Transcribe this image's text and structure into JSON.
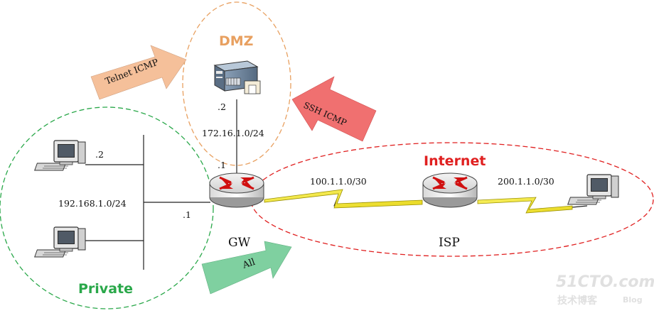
{
  "zones": {
    "dmz": {
      "label": "DMZ",
      "color": "#e8a060"
    },
    "private": {
      "label": "Private",
      "color": "#2aa84a"
    },
    "internet": {
      "label": "Internet",
      "color": "#e02020"
    }
  },
  "devices": {
    "gw": {
      "label": "GW"
    },
    "isp": {
      "label": "ISP"
    }
  },
  "networks": {
    "private_net": "192.168.1.0/24",
    "dmz_net": "172.16.1.0/24",
    "gw_isp_net": "100.1.1.0/30",
    "isp_remote_net": "200.1.1.0/30"
  },
  "host_suffixes": {
    "private_pc": ".2",
    "gw_private": ".1",
    "gw_dmz": ".1",
    "dmz_server": ".2"
  },
  "arrows": {
    "telnet_icmp": {
      "label": "Telnet ICMP",
      "color": "#f5c09a"
    },
    "ssh_icmp": {
      "label": "SSH ICMP",
      "color": "#f07070"
    },
    "all": {
      "label": "All",
      "color": "#7fd0a0"
    }
  },
  "watermark": {
    "brand": "51CTO.com",
    "sub": "技术博客",
    "blog": "Blog"
  }
}
